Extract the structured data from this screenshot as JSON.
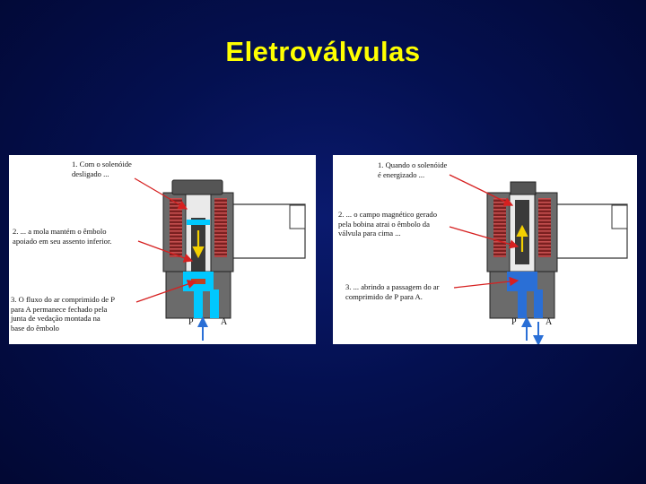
{
  "title": "Eletroválvulas",
  "left_panel": {
    "caption_1": "1. Com o solenóide\ndesligado ...",
    "caption_2": "2. ... a mola mantém o êmbolo\napoiado em seu assento inferior.",
    "caption_3": "3. O fluxo do ar comprimido de P\npara A permanece fechado pela\njunta de vedação montada na\nbase do êmbolo",
    "port_p": "P",
    "port_a": "A"
  },
  "right_panel": {
    "caption_1": "1. Quando o solenóide\né energizado ...",
    "caption_2": "2. ... o campo magnético gerado\npela bobina atrai o êmbolo da\nválvula para cima ...",
    "caption_3": "3. ... abrindo a passagem do ar\ncomprimido de P para A.",
    "port_p": "P",
    "port_a": "A"
  },
  "colors": {
    "title": "#ffff00",
    "background": "#041050",
    "coil": "#8b2a2a",
    "air": "#00ccff",
    "arrow": "#e02020",
    "flow": "#2a6fd6"
  }
}
